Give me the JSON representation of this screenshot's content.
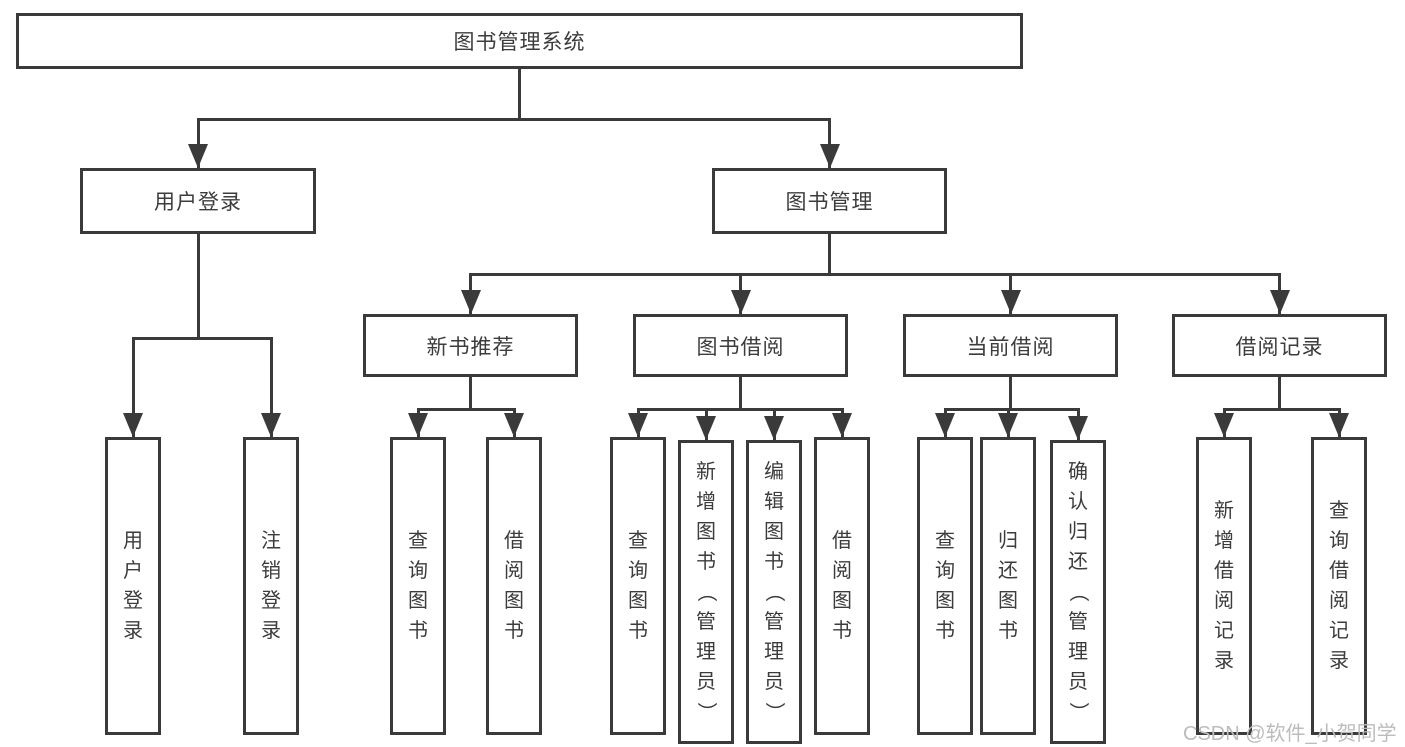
{
  "diagram": {
    "type": "hierarchy-tree",
    "watermark": "CSDN @软件_小贺同学",
    "colors": {
      "line": "#3a3a3a",
      "text": "#3c3c3c",
      "background": "#ffffff",
      "watermark": "#bcbcbc"
    },
    "root": {
      "label": "图书管理系统",
      "children": [
        {
          "label": "用户登录",
          "children": [
            {
              "label": "用户登录"
            },
            {
              "label": "注销登录"
            }
          ]
        },
        {
          "label": "图书管理",
          "children": [
            {
              "label": "新书推荐",
              "children": [
                {
                  "label": "查询图书"
                },
                {
                  "label": "借阅图书"
                }
              ]
            },
            {
              "label": "图书借阅",
              "children": [
                {
                  "label": "查询图书"
                },
                {
                  "label": "新增图书（管理员）"
                },
                {
                  "label": "编辑图书（管理员）"
                },
                {
                  "label": "借阅图书"
                }
              ]
            },
            {
              "label": "当前借阅",
              "children": [
                {
                  "label": "查询图书"
                },
                {
                  "label": "归还图书"
                },
                {
                  "label": "确认归还（管理员）"
                }
              ]
            },
            {
              "label": "借阅记录",
              "children": [
                {
                  "label": "新增借阅记录"
                },
                {
                  "label": "查询借阅记录"
                }
              ]
            }
          ]
        }
      ]
    }
  }
}
